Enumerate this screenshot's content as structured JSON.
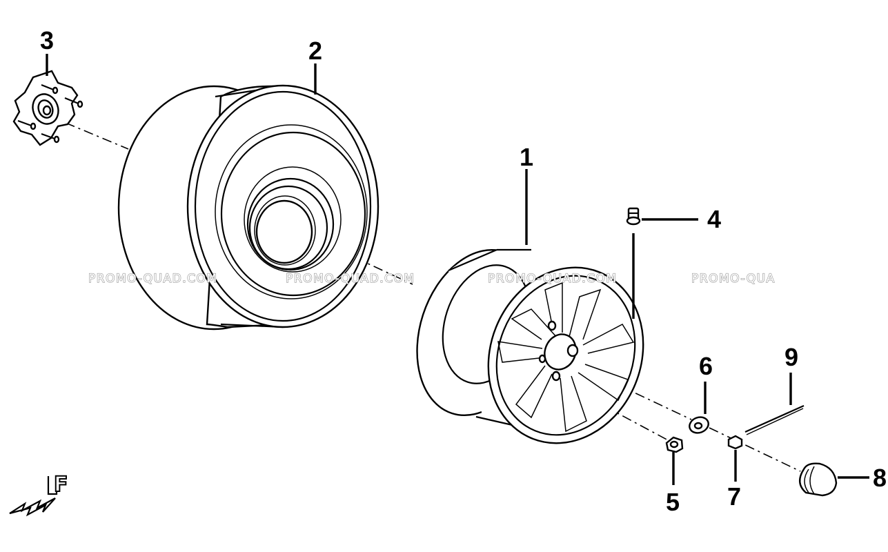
{
  "watermark": {
    "texts": [
      "PROMO-QUAD.COM",
      "PROMO-QUAD.COM",
      "PROMO-QUAD.COM",
      "PROMO-QUA"
    ]
  },
  "parts": [
    {
      "id": "part-1",
      "number": "1",
      "name": "rim"
    },
    {
      "id": "part-2",
      "number": "2",
      "name": "tire"
    },
    {
      "id": "part-3",
      "number": "3",
      "name": "wheel-hub"
    },
    {
      "id": "part-4",
      "number": "4",
      "name": "valve"
    },
    {
      "id": "part-5",
      "number": "5",
      "name": "nut"
    },
    {
      "id": "part-6",
      "number": "6",
      "name": "washer"
    },
    {
      "id": "part-7",
      "number": "7",
      "name": "castle-nut"
    },
    {
      "id": "part-8",
      "number": "8",
      "name": "hub-cap"
    },
    {
      "id": "part-9",
      "number": "9",
      "name": "cotter-pin"
    }
  ],
  "direction_marker": {
    "letter": "F"
  },
  "colors": {
    "line": "#000000",
    "background": "#ffffff",
    "watermark": "#9a9a9a"
  }
}
